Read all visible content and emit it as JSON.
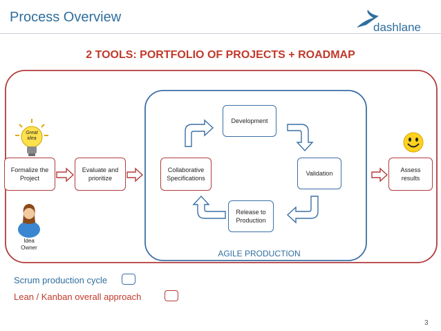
{
  "header": {
    "title": "Process Overview",
    "logo_text": "dashlane",
    "subtitle": "2 TOOLS: PORTFOLIO OF PROJECTS + ROADMAP"
  },
  "process": {
    "formalize": "Formalize the\nProject",
    "evaluate": "Evaluate and\nprioritize",
    "assess": "Assess\nresults",
    "idea_owner": "Idea\nOwner",
    "bulb_text": "Great\nidea"
  },
  "agile": {
    "label": "AGILE PRODUCTION",
    "collaborative": "Collaborative\nSpecifications",
    "development": "Development",
    "validation": "Validation",
    "release": "Release to\nProduction"
  },
  "legend": {
    "scrum": "Scrum production cycle",
    "lean": "Lean / Kanban overall approach"
  },
  "colors": {
    "red": "#b23a3a",
    "blue": "#3a6fa5",
    "title_blue": "#2e6e9e"
  },
  "footer": {
    "page_number": "3"
  }
}
